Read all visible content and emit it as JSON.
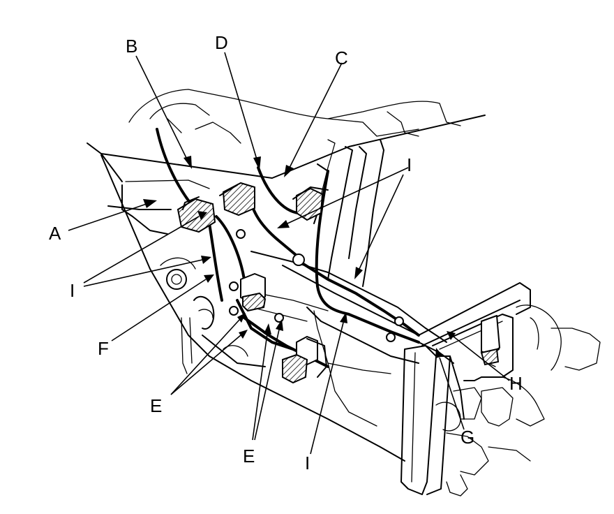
{
  "callouts": {
    "a": "A",
    "b": "B",
    "c": "C",
    "d": "D",
    "e1": "E",
    "e2": "E",
    "f": "F",
    "g": "G",
    "h": "H",
    "i1": "I",
    "i2": "I",
    "i3": "I"
  }
}
